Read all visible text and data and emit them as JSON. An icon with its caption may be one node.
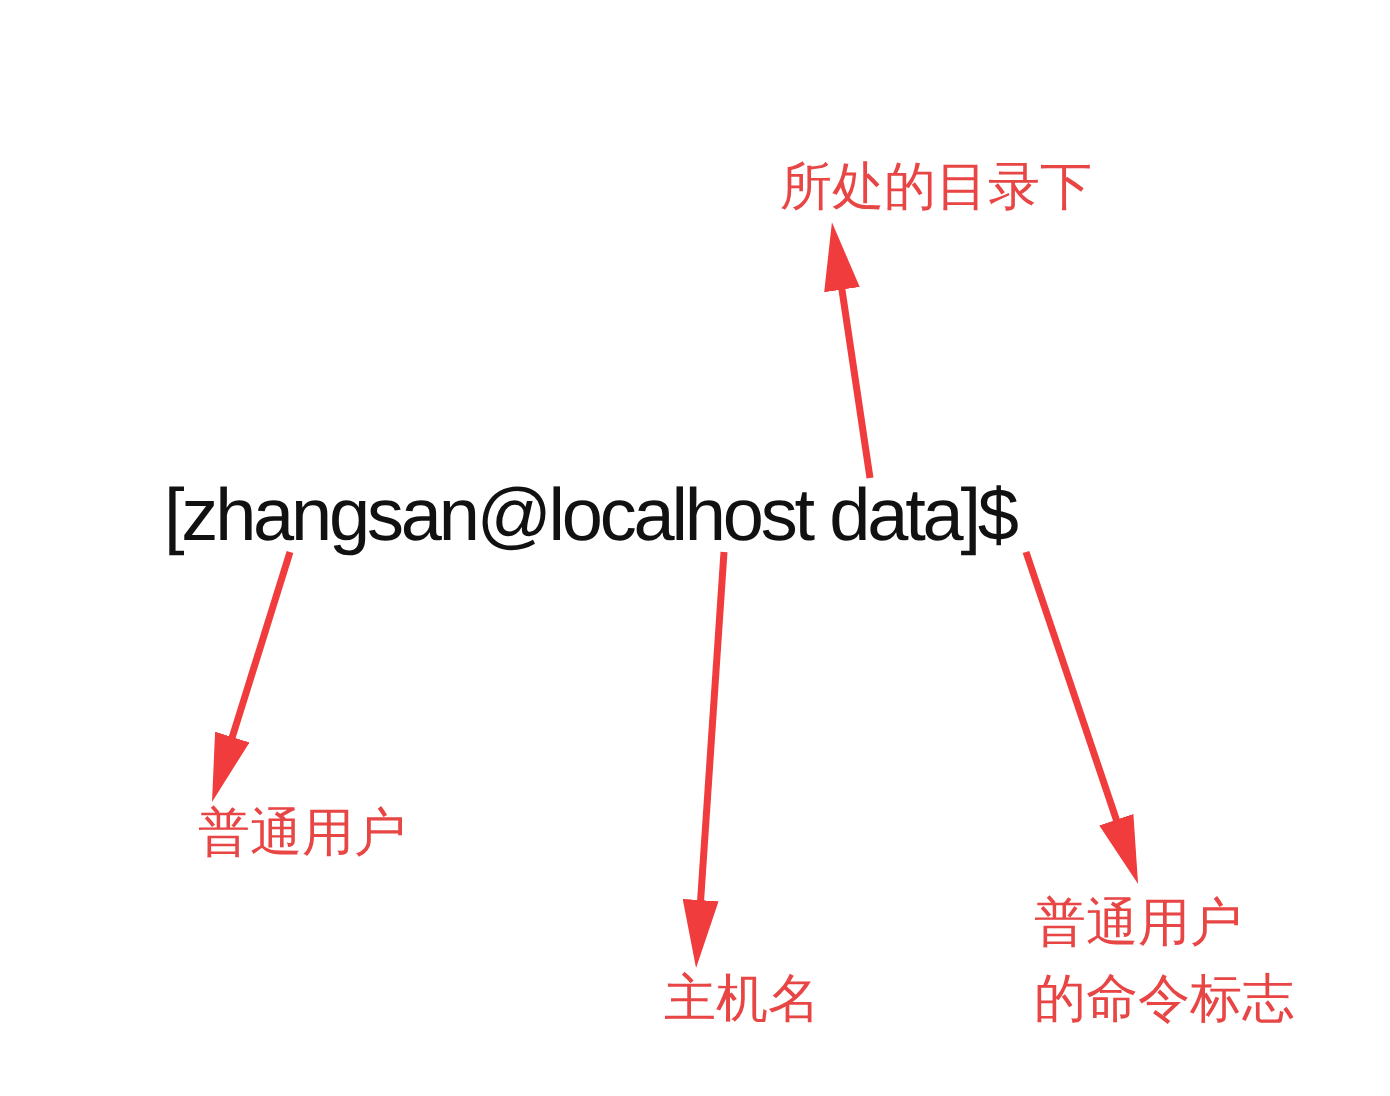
{
  "diagram": {
    "nodes": [
      {
        "text": [
          "所处的目录下"
        ]
      },
      {
        "text": [
          "[zhangsan@localhost data]$"
        ]
      },
      {
        "text": [
          "普通用户"
        ]
      },
      {
        "text": [
          "主机名"
        ]
      },
      {
        "text": [
          "普通用户的命令标志"
        ]
      }
    ],
    "edges": [
      {
        "from": 1,
        "to": 0,
        "arrow": "to"
      },
      {
        "from": 1,
        "to": 2,
        "arrow": "to"
      },
      {
        "from": 1,
        "to": 3,
        "arrow": "to"
      },
      {
        "from": 1,
        "to": 4,
        "arrow": "to"
      }
    ]
  }
}
